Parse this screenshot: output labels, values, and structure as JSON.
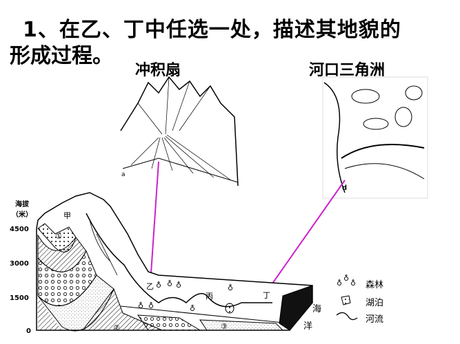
{
  "question": {
    "line1": "1、在乙、丁中任选一处，描述其地貌的",
    "line2": "形成过程。"
  },
  "insets": {
    "fan": {
      "title": "冲积扇",
      "point": "a"
    },
    "delta": {
      "title": "河口三角洲",
      "point": "d"
    }
  },
  "profile": {
    "ylabel": "海拔",
    "yunit": "（米）",
    "ticks": [
      "4500",
      "3000",
      "1500",
      "0"
    ],
    "places": {
      "jia": "甲",
      "yi": "乙",
      "bing": "丙",
      "ding": "丁",
      "sea1": "海",
      "sea2": "洋"
    },
    "markers": [
      "①",
      "②",
      "③"
    ]
  },
  "legend": [
    {
      "label": "森林",
      "icon": "tree-icon"
    },
    {
      "label": "湖泊",
      "icon": "lake-icon"
    },
    {
      "label": "河流",
      "icon": "river-icon"
    }
  ],
  "colors": {
    "pointer": "#cc22cc"
  }
}
